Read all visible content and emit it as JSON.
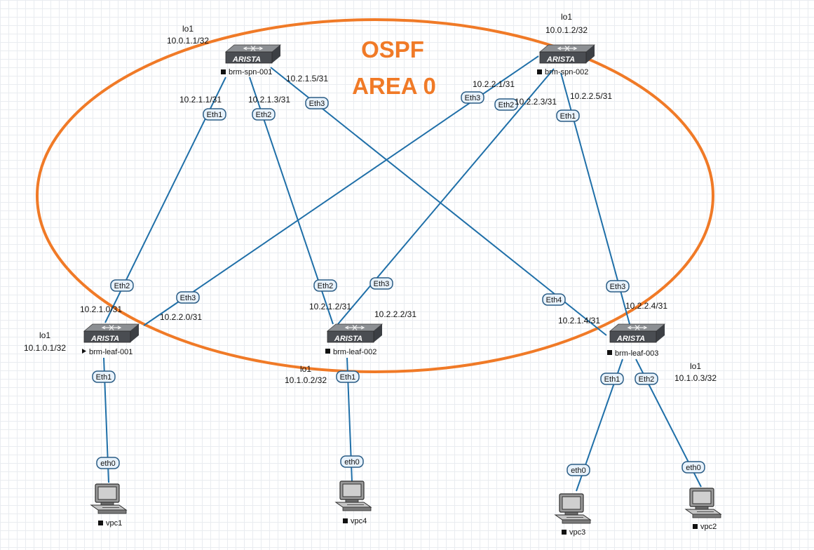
{
  "area_title": "OSPF",
  "area_subtitle": "AREA 0",
  "brand": "ARISTA",
  "colors": {
    "link": "#1f6fa8",
    "ellipse": "#f07a27",
    "port_fill": "#e8f2fb",
    "port_stroke": "#2b5d86"
  },
  "icons": {
    "switch": "switch-icon",
    "pc": "computer-icon",
    "status": "status-square-icon"
  },
  "switches": {
    "spn1": {
      "name": "brm-spn-001",
      "lo_name": "lo1",
      "lo_ip": "10.0.1.1/32"
    },
    "spn2": {
      "name": "brm-spn-002",
      "lo_name": "lo1",
      "lo_ip": "10.0.1.2/32"
    },
    "leaf1": {
      "name": "brm-leaf-001",
      "lo_name": "lo1",
      "lo_ip": "10.1.0.1/32"
    },
    "leaf2": {
      "name": "brm-leaf-002",
      "lo_name": "lo1",
      "lo_ip": "10.1.0.2/32"
    },
    "leaf3": {
      "name": "brm-leaf-003",
      "lo_name": "lo1",
      "lo_ip": "10.1.0.3/32"
    }
  },
  "hosts": {
    "vpc1": {
      "name": "vpc1"
    },
    "vpc2": {
      "name": "vpc2"
    },
    "vpc3": {
      "name": "vpc3"
    },
    "vpc4": {
      "name": "vpc4"
    }
  },
  "ports": {
    "spn1_eth1": "Eth1",
    "spn1_eth2": "Eth2",
    "spn1_eth3": "Eth3",
    "spn2_eth1": "Eth1",
    "spn2_eth2": "Eth2",
    "spn2_eth3": "Eth3",
    "leaf1_eth2": "Eth2",
    "leaf1_eth3": "Eth3",
    "leaf1_eth1": "Eth1",
    "leaf2_eth2": "Eth2",
    "leaf2_eth3": "Eth3",
    "leaf2_eth1": "Eth1",
    "leaf3_eth3": "Eth3",
    "leaf3_eth4": "Eth4",
    "leaf3_eth1": "Eth1",
    "leaf3_eth2": "Eth2",
    "vpc1_eth0": "eth0",
    "vpc4_eth0": "eth0",
    "vpc3_eth0": "eth0",
    "vpc2_eth0": "eth0"
  },
  "link_ips": {
    "spn1_eth1": "10.2.1.1/31",
    "spn1_eth2": "10.2.1.3/31",
    "spn1_eth3": "10.2.1.5/31",
    "spn2_eth3": "10.2.2.1/31",
    "spn2_eth2": "10.2.2.3/31",
    "spn2_eth1": "10.2.2.5/31",
    "leaf1_eth2": "10.2.1.0/31",
    "leaf1_eth3": "10.2.2.0/31",
    "leaf2_eth2": "10.2.1.2/31",
    "leaf2_eth3": "10.2.2.2/31",
    "leaf3_eth4": "10.2.1.4/31",
    "leaf3_eth3": "10.2.2.4/31"
  }
}
